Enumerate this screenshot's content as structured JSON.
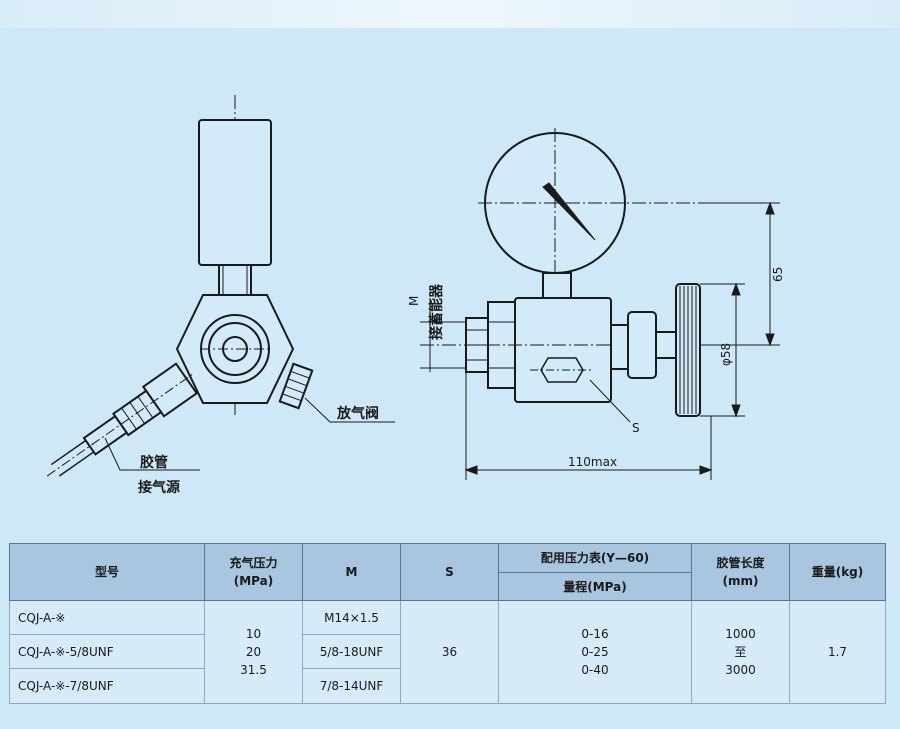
{
  "labels": {
    "hose": "胶管",
    "gas_source": "接气源",
    "vent_valve": "放气阀",
    "m": "M",
    "connect_accumulator": "接蓄能器",
    "s": "S",
    "phi58": "φ58",
    "dim_65": "65",
    "dim_110": "110max"
  },
  "table": {
    "headers": {
      "model": "型号",
      "charge_pressure_line1": "充气压力",
      "charge_pressure_line2": "(MPa)",
      "m": "M",
      "s": "S",
      "gauge": "配用压力表(Y—60)",
      "range": "量程(MPa)",
      "hose_length_line1": "胶管长度",
      "hose_length_line2": "(mm)",
      "weight": "重量(kg)"
    },
    "rows": [
      {
        "model": "CQJ-A-※",
        "m": "M14×1.5"
      },
      {
        "model": "CQJ-A-※-5/8UNF",
        "m": "5/8-18UNF"
      },
      {
        "model": "CQJ-A-※-7/8UNF",
        "m": "7/8-14UNF"
      }
    ],
    "merged": {
      "pressure": [
        "10",
        "20",
        "31.5"
      ],
      "s": "36",
      "range": [
        "0-16",
        "0-25",
        "0-40"
      ],
      "hose_length": [
        "1000",
        "至",
        "3000"
      ],
      "weight": "1.7"
    }
  },
  "colors": {
    "background": "#cfe8f7",
    "line": "#1a1a1a",
    "header": "#a8c6df"
  }
}
